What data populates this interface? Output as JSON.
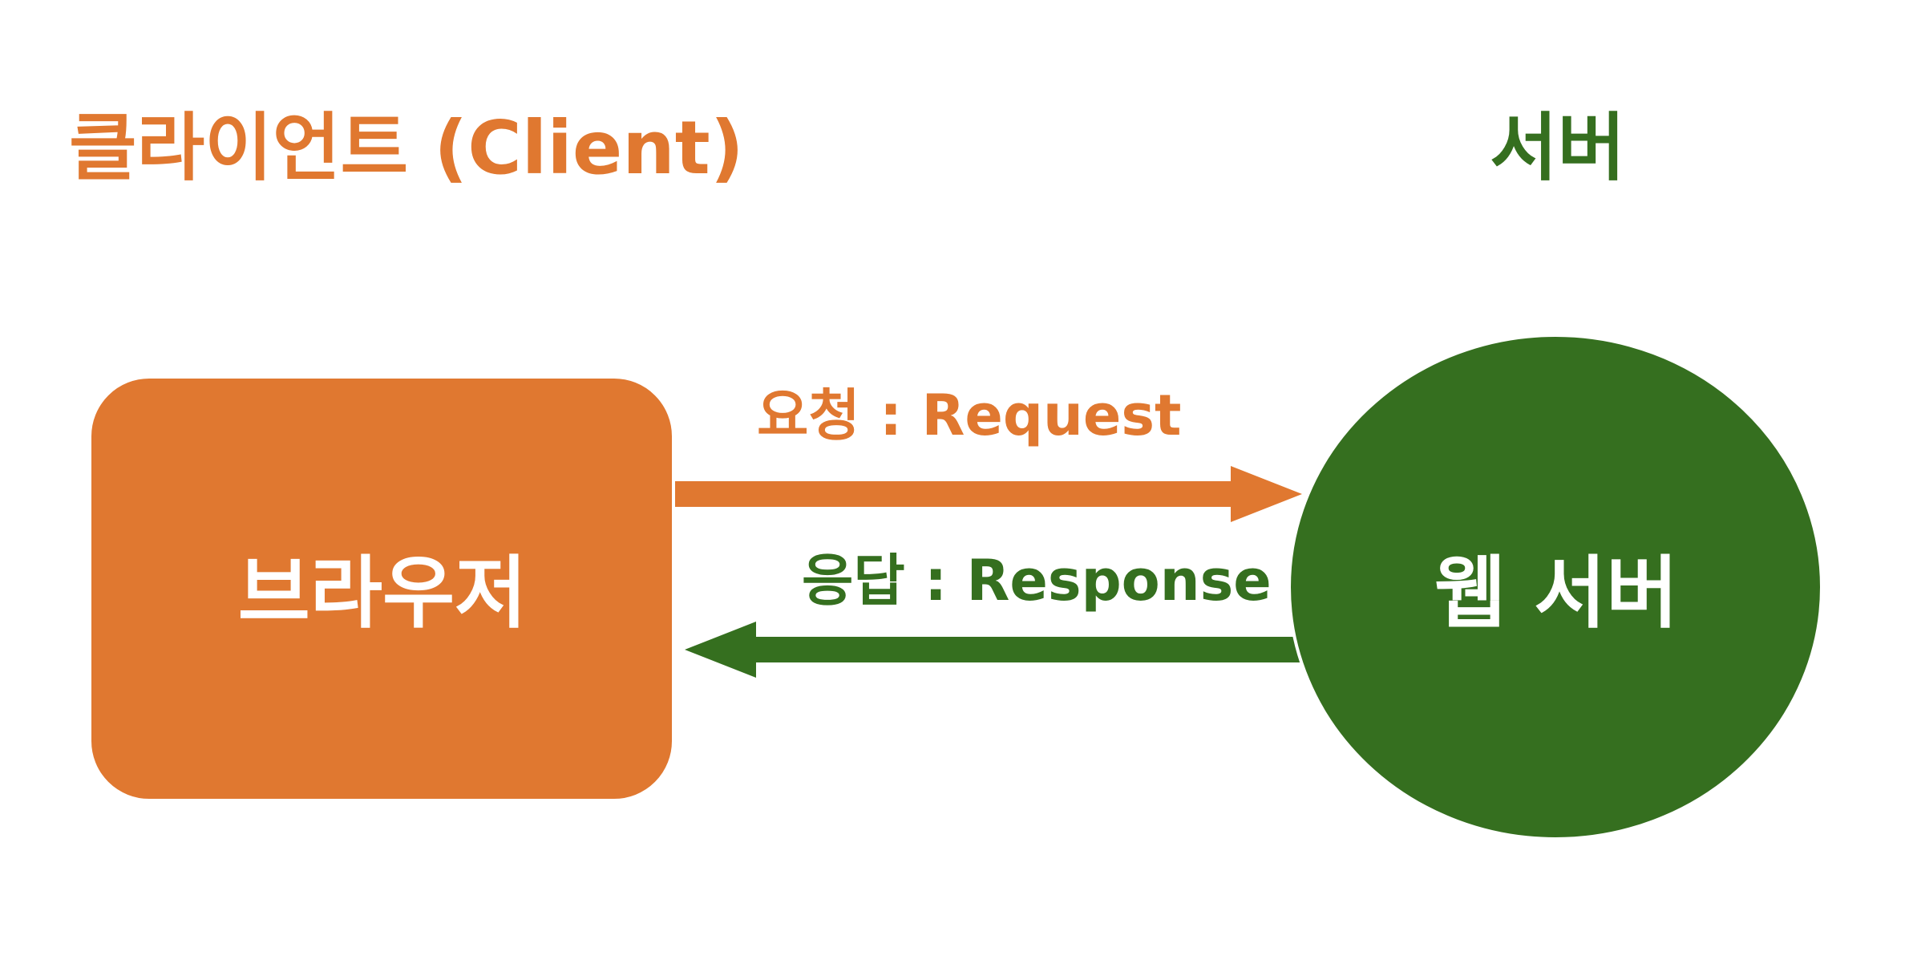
{
  "colors": {
    "client": "#e07830",
    "server": "#356f1f",
    "node_text": "#ffffff",
    "background": "#ffffff"
  },
  "headings": {
    "client": "클라이언트 (Client)",
    "server": "서버"
  },
  "nodes": {
    "browser": {
      "label": "브라우저",
      "shape": "rounded-rectangle"
    },
    "web_server": {
      "label": "웹 서버",
      "shape": "ellipse"
    }
  },
  "edges": {
    "request": {
      "label": "요청 : Request",
      "from": "browser",
      "to": "web_server"
    },
    "response": {
      "label": "응답 : Response",
      "from": "web_server",
      "to": "browser"
    }
  }
}
